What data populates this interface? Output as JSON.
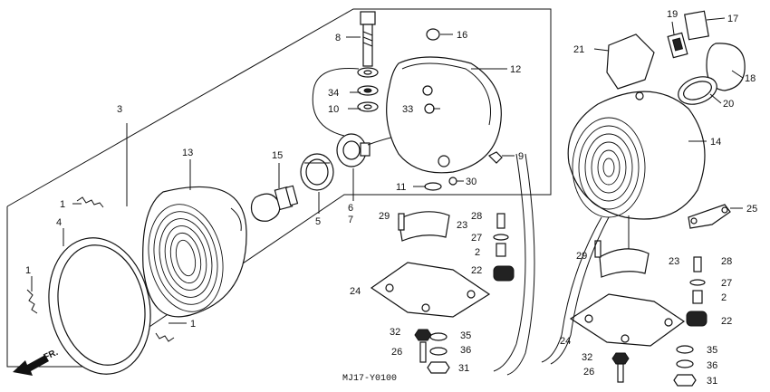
{
  "diagram": {
    "code": "MJ17-Y0100",
    "direction": "FR.",
    "callouts": [
      "1",
      "1",
      "1",
      "2",
      "2",
      "3",
      "4",
      "5",
      "6",
      "7",
      "8",
      "9",
      "10",
      "11",
      "12",
      "13",
      "14",
      "15",
      "16",
      "17",
      "18",
      "19",
      "20",
      "21",
      "22",
      "22",
      "23",
      "23",
      "24",
      "24",
      "25",
      "26",
      "26",
      "27",
      "27",
      "28",
      "28",
      "29",
      "29",
      "30",
      "31",
      "31",
      "32",
      "32",
      "33",
      "34",
      "35",
      "35",
      "36",
      "36"
    ]
  }
}
